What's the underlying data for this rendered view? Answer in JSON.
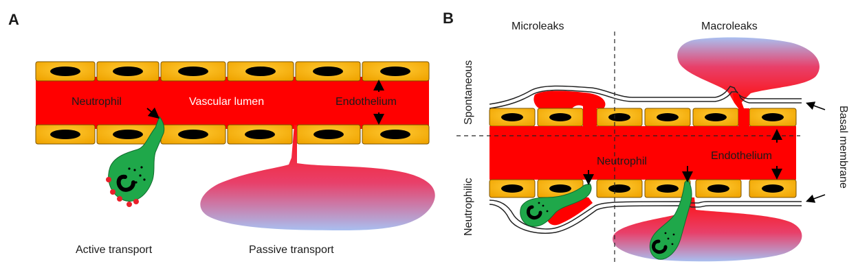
{
  "panels": {
    "a": {
      "letter": "A",
      "neutrophil": "Neutrophil",
      "lumen": "Vascular lumen",
      "endothelium": "Endothelium",
      "active_transport": "Active transport",
      "passive_transport": "Passive transport"
    },
    "b": {
      "letter": "B",
      "microleaks": "Microleaks",
      "macroleaks": "Macroleaks",
      "spontaneous": "Spontaneous",
      "neutrophilic": "Neutrophilic",
      "neutrophil": "Neutrophil",
      "endothelium": "Endothelium",
      "basal_membrane": "Basal membrane"
    }
  },
  "colors": {
    "lumen": "#ff0000",
    "endothelial_cell": "#f7b30f",
    "nucleus": "#000000",
    "neutrophil": "#1fa84a",
    "granule": "#e8202a",
    "leak_top": "#ff1a1a",
    "leak_bottom": "#aab8e8"
  }
}
